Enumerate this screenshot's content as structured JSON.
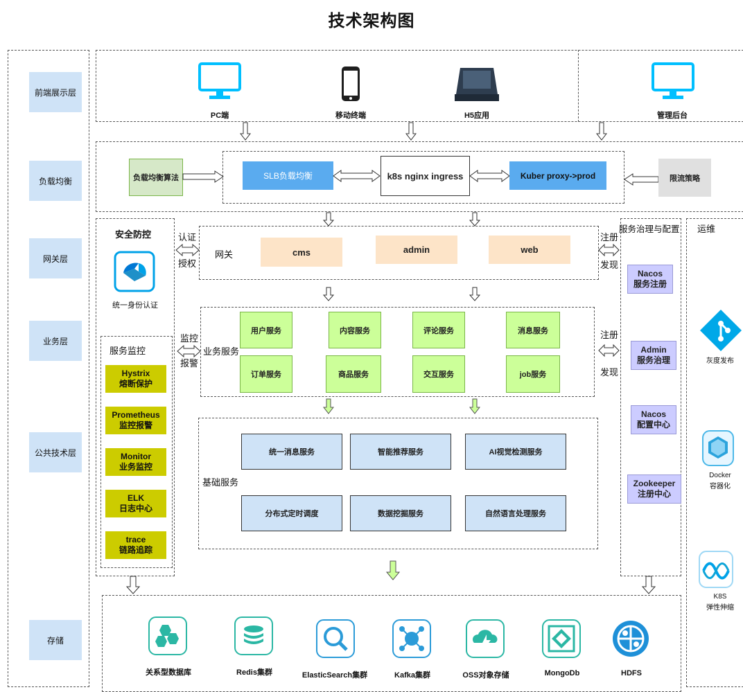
{
  "title": "技术架构图",
  "layers": [
    "前端展示层",
    "负载均衡",
    "网关层",
    "业务层",
    "公共技术层",
    "存储"
  ],
  "frontend": {
    "pc": "PC端",
    "mobile": "移动终端",
    "h5": "H5应用",
    "admin": "管理后台"
  },
  "lb": {
    "algo": "负载均衡算法",
    "slb": "SLB负载均衡",
    "ingress": "k8s nginx ingress",
    "kuber": "Kuber proxy->prod",
    "limit": "限流策略"
  },
  "security": {
    "title": "安全防控",
    "auth_label": "统一身份认证",
    "auth_side": [
      "认证",
      "授权"
    ]
  },
  "gateway": {
    "label": "网关",
    "items": [
      "cms",
      "admin",
      "web"
    ]
  },
  "monitor": {
    "title": "服务监控",
    "side": [
      "监控",
      "报警"
    ],
    "items": [
      [
        "Hystrix",
        "熔断保护"
      ],
      [
        "Prometheus",
        "监控报警"
      ],
      [
        "Monitor",
        "业务监控"
      ],
      [
        "ELK",
        "日志中心"
      ],
      [
        "trace",
        "链路追踪"
      ]
    ]
  },
  "business": {
    "label": "业务服务",
    "row1": [
      "用户服务",
      "内容服务",
      "评论服务",
      "消息服务"
    ],
    "row2": [
      "订单服务",
      "商品服务",
      "交互服务",
      "job服务"
    ]
  },
  "base": {
    "label": "基础服务",
    "row1": [
      "统一消息服务",
      "智能推荐服务",
      "AI视觉检测服务"
    ],
    "row2": [
      "分布式定时调度",
      "数据挖掘服务",
      "自然语言处理服务"
    ]
  },
  "governance": {
    "title": "服务治理与配置",
    "side1": [
      "注册",
      "发现"
    ],
    "side2": [
      "注册",
      "发现"
    ],
    "items": [
      [
        "Nacos",
        "服务注册"
      ],
      [
        "Admin",
        "服务治理"
      ],
      [
        "Nacos",
        "配置中心"
      ],
      [
        "Zookeeper",
        "注册中心"
      ]
    ]
  },
  "ops": {
    "title": "运维",
    "gray": "灰度发布",
    "docker": [
      "Docker",
      "容器化"
    ],
    "k8s": [
      "K8S",
      "弹性伸缩"
    ]
  },
  "storage": {
    "items": [
      "关系型数据库",
      "Redis集群",
      "ElasticSearch集群",
      "Kafka集群",
      "OSS对象存储",
      "MongoDb",
      "HDFS"
    ]
  },
  "colors": {
    "cyan": "#00bfff",
    "slb_blue": "#5aabef",
    "green": "#ccff99",
    "olive": "#cccc00",
    "lavender": "#ccccff",
    "peach": "#fde4c8",
    "layer_blue": "#cfe3f7"
  }
}
